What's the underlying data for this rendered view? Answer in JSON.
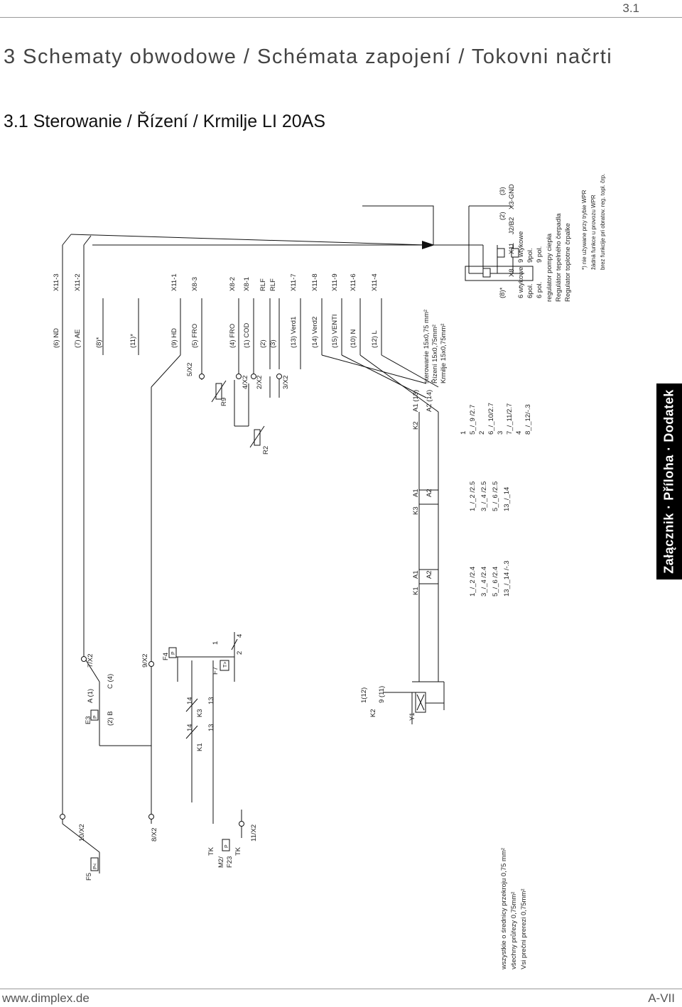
{
  "header": {
    "page_number": "3.1",
    "title": "3 Schematy obwodowe / Schémata zapojení / Tokovni načrti",
    "subtitle": "3.1   Sterowanie / Řízení / Krmilje LI 20AS"
  },
  "footer": {
    "url": "www.dimplex.de",
    "page": "A-VII"
  },
  "side_tab": {
    "label": "Załącznik · Příloha · Dodatek"
  },
  "diagram": {
    "terminals": [
      "X11-3",
      "X11-2",
      "X11-1",
      "X8-3",
      "X8-2",
      "X8-1",
      "RLF",
      "RLF",
      "X11-7",
      "X11-8",
      "X11-9",
      "X11-6",
      "X11-4"
    ],
    "signals": [
      "(6)  ND",
      "(7)  AE",
      "(8)*",
      "(11)*",
      "(9)  HD",
      "(5)  FRO",
      "(4)  FRO",
      "(1)  COD",
      "(2)",
      "(3)",
      "(13)  Verd1",
      "(14)  Verd2",
      "(15)  VENTI",
      "(10)  N",
      "(12)  L"
    ],
    "connectors": [
      "5/X2",
      "4/X2",
      "2/X2",
      "3/X2",
      "7/X2",
      "9/X2",
      "10/X2",
      "8/X2",
      "11/X2"
    ],
    "sensors": [
      "R9",
      "R2"
    ],
    "cable_note": [
      "sterowanie 15x0,75 mm²",
      "Řízení 15x0,75mm²",
      "Krmilje 15x0,75mm²"
    ],
    "contacts": {
      "k1": [
        "1_/_2 /2.4",
        "3_/_4 /2.4",
        "5_/_6 /2.4",
        "13_/_14 /-.3"
      ],
      "k3": [
        "1_/_2 /2.5",
        "3_/_4 /2.5",
        "5_/_6 /2.5",
        "13_/_14"
      ],
      "k2": [
        "1",
        "5_/_9 /2.7",
        "2",
        "6_/_10/2.7",
        "3",
        "7_/_11/2.7",
        "4",
        "8_/_12/-.3"
      ]
    },
    "coils": {
      "k1": [
        "K1",
        "A1",
        "A2"
      ],
      "k3": [
        "K3",
        "A1",
        "A2"
      ],
      "k2": [
        "K2",
        "A1 (13)",
        "A2 (14)"
      ]
    },
    "plug_box": {
      "pins": [
        "(8)*",
        "(2)",
        "(3)"
      ],
      "names": [
        "X8",
        "X11",
        "J2/B2",
        "X3-GND"
      ],
      "rows": [
        "6 wtykowe",
        "9 wtykowe",
        "6pol.",
        "9pol.",
        "6 pol.",
        "9 pol."
      ],
      "captions": [
        "regulator pompy ciepła",
        "Regulátor tepelného čerpadla",
        "Regulator toplotne črpalke"
      ]
    },
    "footnote": [
      "*) nie używane przy trybie WPR",
      "žádná funkce u provozu WPR",
      "brez funkcije pri obratov. reg. topl. črp."
    ],
    "left": {
      "e3": [
        "E3",
        "P",
        "A (1)",
        "C (4)",
        "(2) B"
      ],
      "relays": [
        "K1",
        "14",
        "13",
        "K3",
        "14",
        "13"
      ],
      "f4": [
        "F4",
        "P"
      ],
      "f7": [
        "F7",
        "T>",
        "1",
        "2",
        "4"
      ],
      "k2": [
        "K2",
        "1(12)",
        "9 (11)"
      ],
      "y1": "Y1",
      "f5": [
        "F5",
        "P<"
      ],
      "tk": [
        "TK",
        "M2/",
        "F23",
        "TK",
        "P"
      ]
    },
    "wire_note": [
      "wszystkie o średnicy przekroju 0,75 mm²",
      "všechny průřezy 0,75mm²",
      "Vsi prečni prerezi 0,75mm²"
    ]
  }
}
